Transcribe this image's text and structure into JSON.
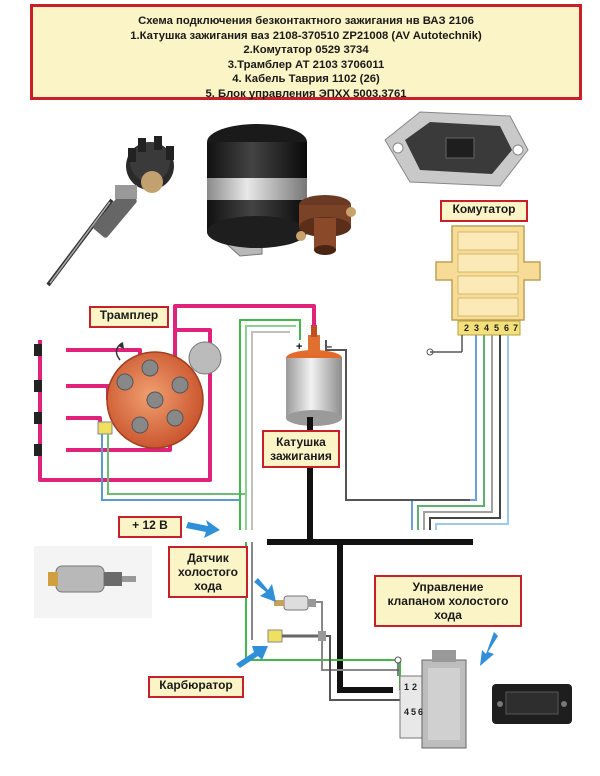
{
  "header": {
    "title": "Схема подключения безконтактного зажигания нв ВАЗ 2106",
    "lines": [
      "1.Катушка зажигания ваз 2108-370510 ZP21008 (AV Autotechnik)",
      "2.Комутатор 0529 3734",
      "3.Трамблер АТ 2103 3706011",
      "4. Кабель Таврия 1102 (26)",
      "5. Блок управления ЭПХХ 5003.3761"
    ]
  },
  "labels": {
    "komutator": "Комутатор",
    "trampler": "Трамплер",
    "katushka_line1": "Катушка",
    "katushka_line2": "зажигания",
    "plus12": "+ 12 В",
    "datchik_line1": "Датчик",
    "datchik_line2": "холостого",
    "datchik_line3": "хода",
    "upravlenie_line1": "Управление",
    "upravlenie_line2": "клапаном холостого",
    "upravlenie_line3": "хода",
    "karbyurator": "Карбюратор"
  },
  "coil_terminals": {
    "plus": "+",
    "minus": "–"
  },
  "komutator_pins": [
    "2",
    "3",
    "4",
    "5",
    "6",
    "7"
  ],
  "ecu_pins": [
    "1",
    "2",
    "4",
    "5",
    "6"
  ],
  "colors": {
    "border": "#c8202a",
    "label_bg": "#fbf4c6",
    "hv_wire": "#e0237a",
    "ground_wire": "#111111",
    "green_wire": "#44b84a",
    "blue_arrow": "#2f8fd8"
  }
}
